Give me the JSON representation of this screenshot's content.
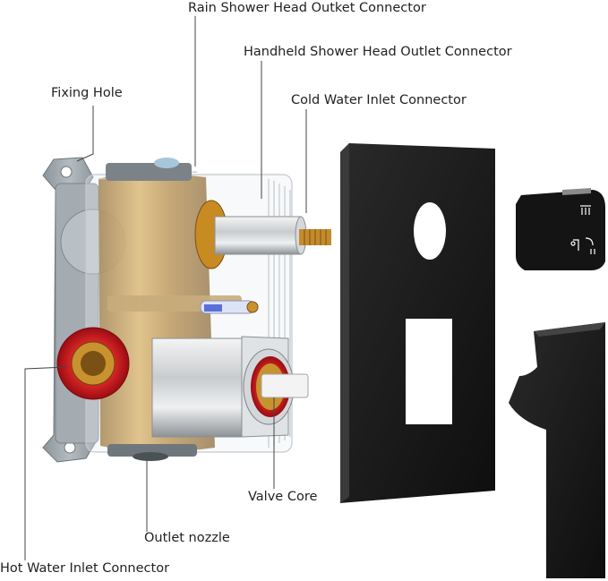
{
  "labels": {
    "rain": "Rain Shower Head Outket Connector",
    "handheld": "Handheld Shower Head Outlet Connector",
    "cold": "Cold Water Inlet Connector",
    "fixing": "Fixing Hole",
    "valve": "Valve Core",
    "outlet": "Outlet nozzle",
    "hot": "Hot Water Inlet Connector"
  },
  "colors": {
    "plate": "#1a1a1a",
    "brass": "#c8922e",
    "red_ring": "#c8141e",
    "housing_gray": "#9fa7ad",
    "leader": "#444444"
  },
  "icons": [
    "rain-shower-icon",
    "handheld-shower-icon",
    "tub-spout-icon"
  ]
}
